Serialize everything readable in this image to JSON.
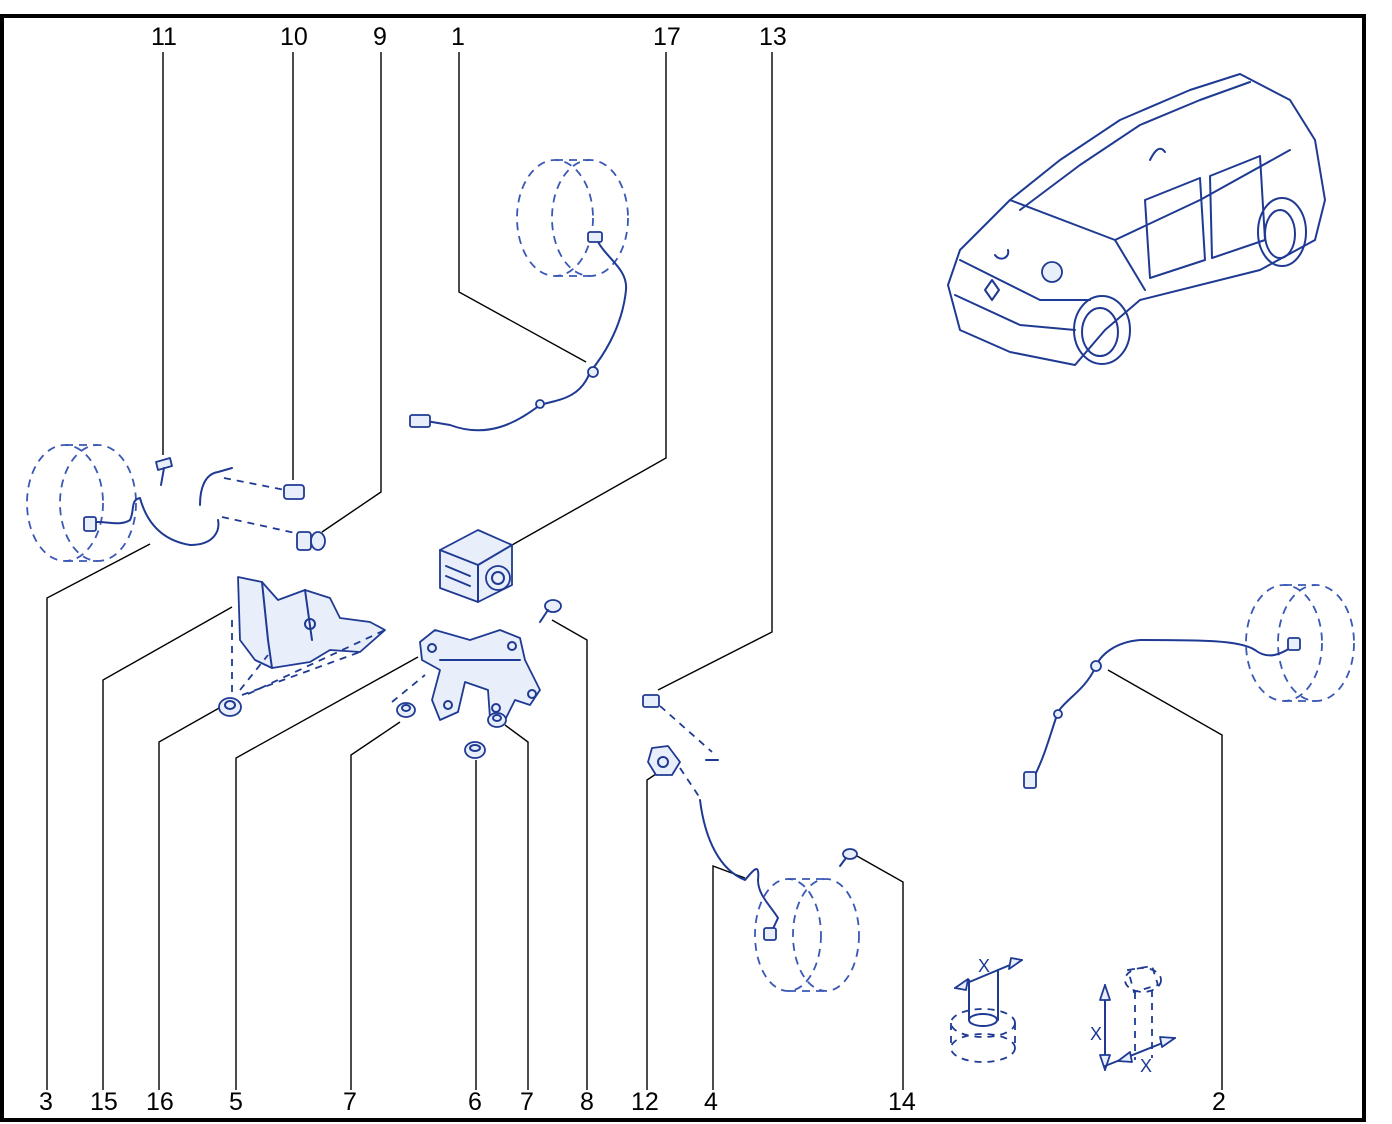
{
  "diagram": {
    "colors": {
      "frame": "#000000",
      "part": "#1f3a93",
      "fill": "#e9eefb",
      "wheel": "#3a57b5"
    },
    "callouts_top": [
      "11",
      "10",
      "9",
      "1",
      "17",
      "13"
    ],
    "callouts_bottom": [
      "3",
      "15",
      "16",
      "5",
      "7",
      "6",
      "7",
      "8",
      "12",
      "4",
      "14",
      "2"
    ],
    "dimension_label": "X"
  }
}
